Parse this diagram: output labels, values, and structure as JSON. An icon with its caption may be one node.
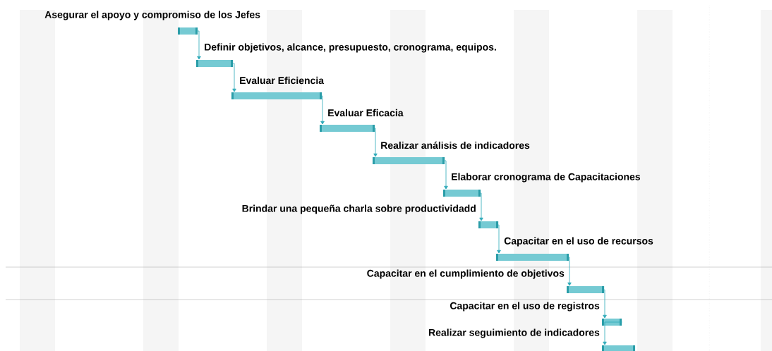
{
  "diagram": {
    "nodes": [
      {
        "text": [
          "Asegurar el apoyo y compromiso de los Jefes"
        ]
      },
      {
        "text": [
          "Definir objetivos, alcance, presupuesto, cronograma, equipos."
        ]
      },
      {
        "text": [
          "Evaluar Eficiencia"
        ]
      },
      {
        "text": [
          "Evaluar Eficacia"
        ]
      },
      {
        "text": [
          "Realizar análisis de indicadores"
        ]
      },
      {
        "text": [
          "Elaborar cronograma de Capacitaciones"
        ]
      },
      {
        "text": [
          "Brindar una pequeña charla sobre productividadd"
        ]
      },
      {
        "text": [
          "Capacitar en el uso de recursos"
        ]
      },
      {
        "text": [
          "Capacitar en el cumplimiento de objetivos"
        ]
      },
      {
        "text": [
          "Capacitar en el uso de registros"
        ]
      },
      {
        "text": [
          "Realizar seguimiento de indicadores"
        ]
      }
    ],
    "edges": [
      {
        "from": 0,
        "to": 1,
        "arrow": "to"
      },
      {
        "from": 1,
        "to": 2,
        "arrow": "to"
      },
      {
        "from": 2,
        "to": 3,
        "arrow": "to"
      },
      {
        "from": 3,
        "to": 4,
        "arrow": "to"
      },
      {
        "from": 4,
        "to": 5,
        "arrow": "to"
      },
      {
        "from": 5,
        "to": 6,
        "arrow": "to"
      },
      {
        "from": 6,
        "to": 7,
        "arrow": "to"
      },
      {
        "from": 7,
        "to": 8,
        "arrow": "to"
      },
      {
        "from": 8,
        "to": 9,
        "arrow": "to"
      },
      {
        "from": 9,
        "to": 10,
        "arrow": "to"
      }
    ]
  }
}
